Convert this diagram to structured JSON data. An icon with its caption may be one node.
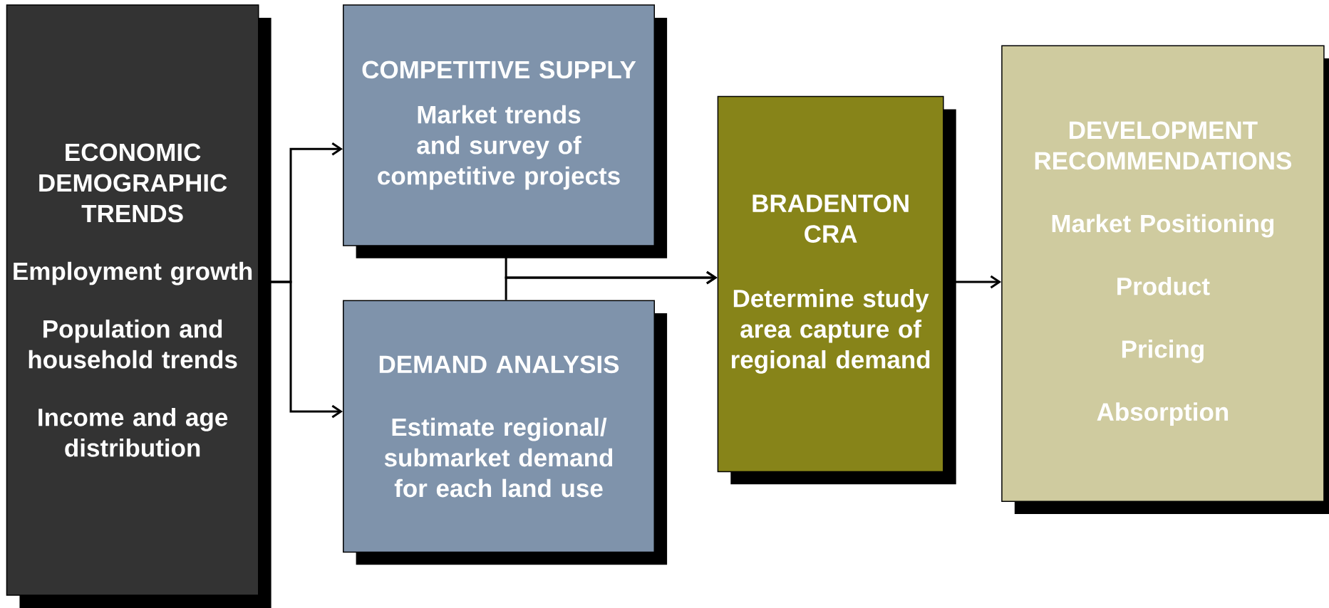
{
  "diagram": {
    "nodes": [
      {
        "text": [
          "ECONOMIC DEMOGRAPHIC TRENDS",
          "Employment growth",
          "Population and household trends",
          "Income and age distribution"
        ]
      },
      {
        "text": [
          "COMPETITIVE SUPPLY",
          "Market trends and survey of competitive projects"
        ]
      },
      {
        "text": [
          "DEMAND ANALYSIS",
          "Estimate regional/ submarket demand for each land use"
        ]
      },
      {
        "text": [
          "BRADENTON CRA",
          "Determine study area capture of regional demand"
        ]
      },
      {
        "text": [
          "DEVELOPMENT RECOMMENDATIONS",
          "Market Positioning",
          "Product",
          "Pricing",
          "Absorption"
        ]
      }
    ],
    "edges": [
      {
        "from": 0,
        "to": 1,
        "arrow": "to"
      },
      {
        "from": 0,
        "to": 2,
        "arrow": "to"
      },
      {
        "from": 1,
        "to": 3,
        "arrow": "to"
      },
      {
        "from": 2,
        "to": 3,
        "arrow": "to"
      },
      {
        "from": 3,
        "to": 4,
        "arrow": "to"
      }
    ]
  }
}
